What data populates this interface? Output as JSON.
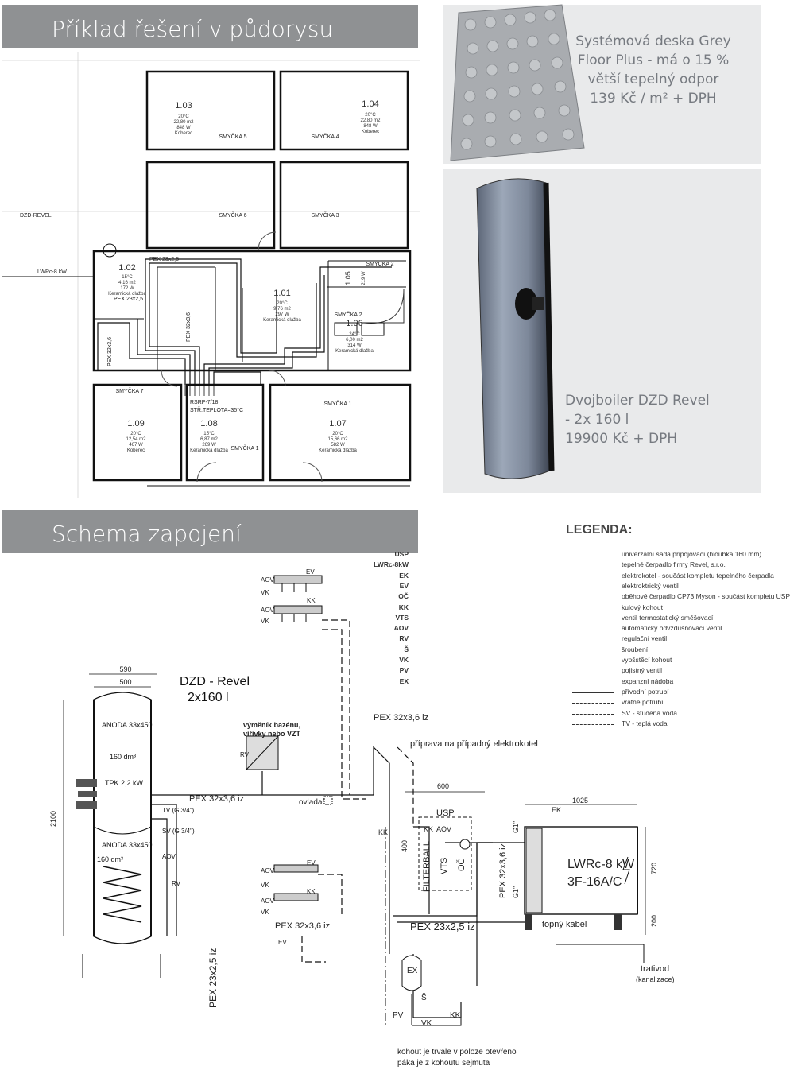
{
  "colors": {
    "banner_gray": "#8f9193",
    "caption_text": "#767a80",
    "box_bg": "#e9eaeb",
    "boiler_blue": "#8a95a8"
  },
  "top_banner": {
    "title": "Příklad řešení v půdorysu"
  },
  "floor_board": {
    "caption_lines": [
      "Systémová deska Grey",
      "Floor Plus - má o 15 %",
      "větší tepelný odpor",
      "139 Kč / m² + DPH"
    ]
  },
  "dvojboiler": {
    "caption_lines": [
      "Dvojboiler DZD Revel",
      "- 2x 160 l",
      "19900 Kč + DPH"
    ]
  },
  "floorplan": {
    "tags": {
      "dzd": "DZD-REVEL",
      "lwrc": "LWRc-8 kW",
      "pex25_a": "PEX 23x2,5",
      "pex25_b": "PEX 23x2,5",
      "pex36_a": "PEX 32x3,6",
      "pex36_b": "PEX 32x3,6",
      "manifold": "RSRP-7/18",
      "manifold_temp": "STŘ.TEPLOTA=35°C"
    },
    "loops": {
      "s1a": "SMYČKA 1",
      "s1b": "SMYČKA 1",
      "s2a": "SMYČKA 2",
      "s2b": "SMYČKA 2",
      "s3": "SMYČKA 3",
      "s4": "SMYČKA 4",
      "s5": "SMYČKA 5",
      "s6": "SMYČKA 6",
      "s7": "SMYČKA 7"
    },
    "rooms": [
      {
        "id": "1.03",
        "temp": "20°C",
        "area": "22,80 m2",
        "power": "848 W",
        "floor": "Koberec"
      },
      {
        "id": "1.04",
        "temp": "20°C",
        "area": "22,80 m2",
        "power": "848 W",
        "floor": "Koberec"
      },
      {
        "id": "1.02",
        "temp": "15°C",
        "area": "4,16 m2",
        "power": "172 W",
        "floor": "Keramická dlažba"
      },
      {
        "id": "1.01",
        "temp": "20°C",
        "area": "9,76 m2",
        "power": "297 W",
        "floor": "Keramická dlažba"
      },
      {
        "id": "1.06",
        "temp": "24°C",
        "area": "6,00 m2",
        "power": "314 W",
        "floor": "Keramická dlažba"
      },
      {
        "id": "1.09",
        "temp": "20°C",
        "area": "12,54 m2",
        "power": "467 W",
        "floor": "Koberec"
      },
      {
        "id": "1.08",
        "temp": "15°C",
        "area": "6,87 m2",
        "power": "269 W",
        "floor": "Keramická dlažba"
      },
      {
        "id": "1.07",
        "temp": "20°C",
        "area": "15,66 m2",
        "power": "582 W",
        "floor": "Keramická dlažba"
      },
      {
        "id": "1.05",
        "temp": "",
        "area": "",
        "power": "219 W",
        "floor": ""
      }
    ]
  },
  "schema_banner": {
    "title": "Schema zapojení"
  },
  "schema": {
    "d590": "590",
    "d500": "500",
    "dzd_title": "DZD - Revel",
    "dzd_sub": "2x160 l",
    "anoda_top": "ANODA 33x450",
    "vol_top": "160 dm³",
    "tpk": "TPK 2,2 kW",
    "anoda_bot": "ANODA 33x450",
    "vol_bot": "160 dm³",
    "h2100": "2100",
    "tv": "TV (G 3/4\")",
    "sv": "SV (G 3/4\")",
    "aov_l": "AOV",
    "rv_l": "RV",
    "pex_top": "PEX 32x3,6 iz",
    "vymenik1": "výměník bazénu,",
    "vymenik2": "vířivky nebo VZT",
    "rv_mid": "RV",
    "ovladac": "ovladač",
    "m1_aov1": "AOV",
    "m1_vk1": "VK",
    "m1_aov2": "AOV",
    "m1_vk2": "VK",
    "m1_ev": "EV",
    "m1_kk": "KK",
    "m2_aov1": "AOV",
    "m2_vk1": "VK",
    "m2_aov2": "AOV",
    "m2_vk2": "VK",
    "m2_ev": "EV",
    "m2_kk": "KK",
    "pex_mid": "PEX 32x3,6 iz",
    "ev_bot": "EV",
    "pex_right": "PEX 32x3,6 iz",
    "priprava": "příprava na případný elektrokotel",
    "kk1": "KK",
    "kk2": "KK",
    "usp": "USP",
    "aov_usp": "AOV",
    "d600": "600",
    "d400": "400",
    "filterball": "FILTERBALL",
    "vts": "VTS",
    "oc": "OČ",
    "pex_v": "PEX 32x3,6 iz",
    "g1a": "G1\"",
    "g1b": "G1\"",
    "ek": "EK",
    "d1025": "1025",
    "lwrc1": "LWRc-8 kW",
    "lwrc2": "3F-16A/C",
    "d720": "720",
    "d200": "200",
    "pex23": "PEX 23x2,5 iz",
    "topny": "topný kabel",
    "pex23v": "PEX 23x2,5 iz",
    "ex": "EX",
    "s": "Š",
    "pv": "PV",
    "vk": "VK",
    "kk3": "KK",
    "trativod": "trativod",
    "kanal": "(kanalizace)",
    "note1": "kohout je trvale v poloze otevřeno",
    "note2": "páka je z kohoutu sejmuta"
  },
  "legend": {
    "title": "LEGENDA:",
    "items": [
      {
        "k": "USP",
        "v": "univerzální sada připojovací (hloubka 160 mm)"
      },
      {
        "k": "LWRc-8kW",
        "v": "tepelné čerpadlo firmy Revel, s.r.o."
      },
      {
        "k": "EK",
        "v": "elektrokotel - součást kompletu tepelného čerpadla"
      },
      {
        "k": "EV",
        "v": "elektroktrický ventil"
      },
      {
        "k": "OČ",
        "v": "oběhové čerpadlo CP73 Myson - součást kompletu USP"
      },
      {
        "k": "KK",
        "v": "kulový kohout"
      },
      {
        "k": "VTS",
        "v": "ventil termostatický směšovací"
      },
      {
        "k": "AOV",
        "v": "automatický odvzdušňovací ventil"
      },
      {
        "k": "RV",
        "v": "regulační ventil"
      },
      {
        "k": "Š",
        "v": "šroubení"
      },
      {
        "k": "VK",
        "v": "vypšstěcí kohout"
      },
      {
        "k": "PV",
        "v": "pojistný ventil"
      },
      {
        "k": "EX",
        "v": "expanzní nádoba"
      }
    ],
    "lines": [
      {
        "v": "přívodní potrubí"
      },
      {
        "v": "vratné potrubí"
      },
      {
        "v": "SV - studená voda"
      },
      {
        "v": "TV - teplá voda"
      }
    ]
  }
}
